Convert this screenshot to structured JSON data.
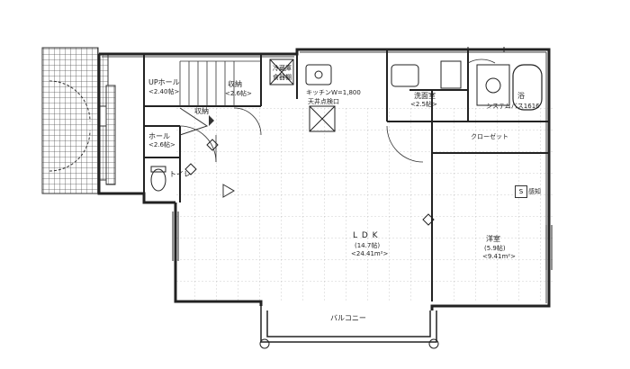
{
  "rooms": {
    "up_hall": {
      "name": "UPホール",
      "size": "<2.40帖>"
    },
    "hall": {
      "name": "ホール",
      "size": "<2.6帖>"
    },
    "storage_upper": {
      "name": "収納",
      "size": "<2.6帖>"
    },
    "storage_lower": {
      "name": "収納"
    },
    "bikkura": {
      "name": "冷蔵庫",
      "sub": "食器棚"
    },
    "kitchen": {
      "name": "キッチンW=1,800"
    },
    "washroom": {
      "name": "洗面室",
      "size": "<2.5帖>"
    },
    "bath": {
      "name": "浴",
      "sub": "システムバス1616"
    },
    "closet": {
      "name": "クローゼット"
    },
    "ldk": {
      "name": "L D K",
      "size1": "(14.7帖)",
      "size2": "<24.41m²>"
    },
    "western": {
      "name": "洋室",
      "size1": "(5.9帖)",
      "size2": "<9.41m²>"
    },
    "toilet": {
      "name": "トイレ"
    },
    "balcony": {
      "name": "バルコニー"
    },
    "pipe_space": {
      "name": "天井点検口"
    }
  },
  "stamp": {
    "letter": "S",
    "label": "感知"
  }
}
